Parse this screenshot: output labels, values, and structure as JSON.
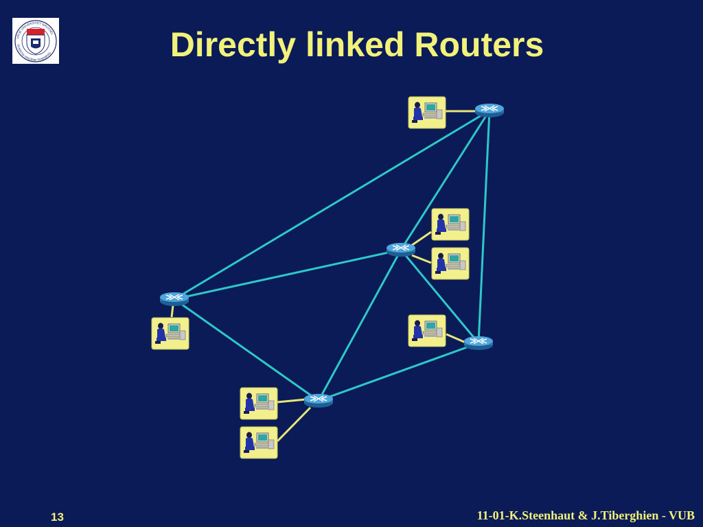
{
  "slide": {
    "title": "Directly linked Routers",
    "page_number": "13",
    "footer": "11-01-K.Steenhaut & J.Tiberghien - VUB"
  },
  "logo": {
    "text_top": "VRIJE UNIVERSITEIT BRUSSEL",
    "text_bottom": "SCIENTIA VINCERE TENEBRAS"
  },
  "diagram": {
    "routers": [
      "router-top-right",
      "router-center",
      "router-left",
      "router-right",
      "router-bottom"
    ],
    "workstations": [
      {
        "id": "workstation-top",
        "router": "router-top-right"
      },
      {
        "id": "workstation-center-upper",
        "router": "router-center"
      },
      {
        "id": "workstation-center-lower",
        "router": "router-center"
      },
      {
        "id": "workstation-left",
        "router": "router-left"
      },
      {
        "id": "workstation-right",
        "router": "router-right"
      },
      {
        "id": "workstation-bottom-upper",
        "router": "router-bottom"
      },
      {
        "id": "workstation-bottom-lower",
        "router": "router-bottom"
      }
    ],
    "router_links": [
      [
        "router-top-right",
        "router-left"
      ],
      [
        "router-top-right",
        "router-center"
      ],
      [
        "router-top-right",
        "router-right"
      ],
      [
        "router-center",
        "router-left"
      ],
      [
        "router-center",
        "router-right"
      ],
      [
        "router-center",
        "router-bottom"
      ],
      [
        "router-left",
        "router-bottom"
      ],
      [
        "router-right",
        "router-bottom"
      ]
    ],
    "colors": {
      "background": "#0b1b57",
      "router_link": "#2ec8c8",
      "host_link": "#e6e67a",
      "text": "#f2f27a",
      "router_body": "#2f7fb8",
      "workstation_bg": "#f2f08c"
    }
  }
}
